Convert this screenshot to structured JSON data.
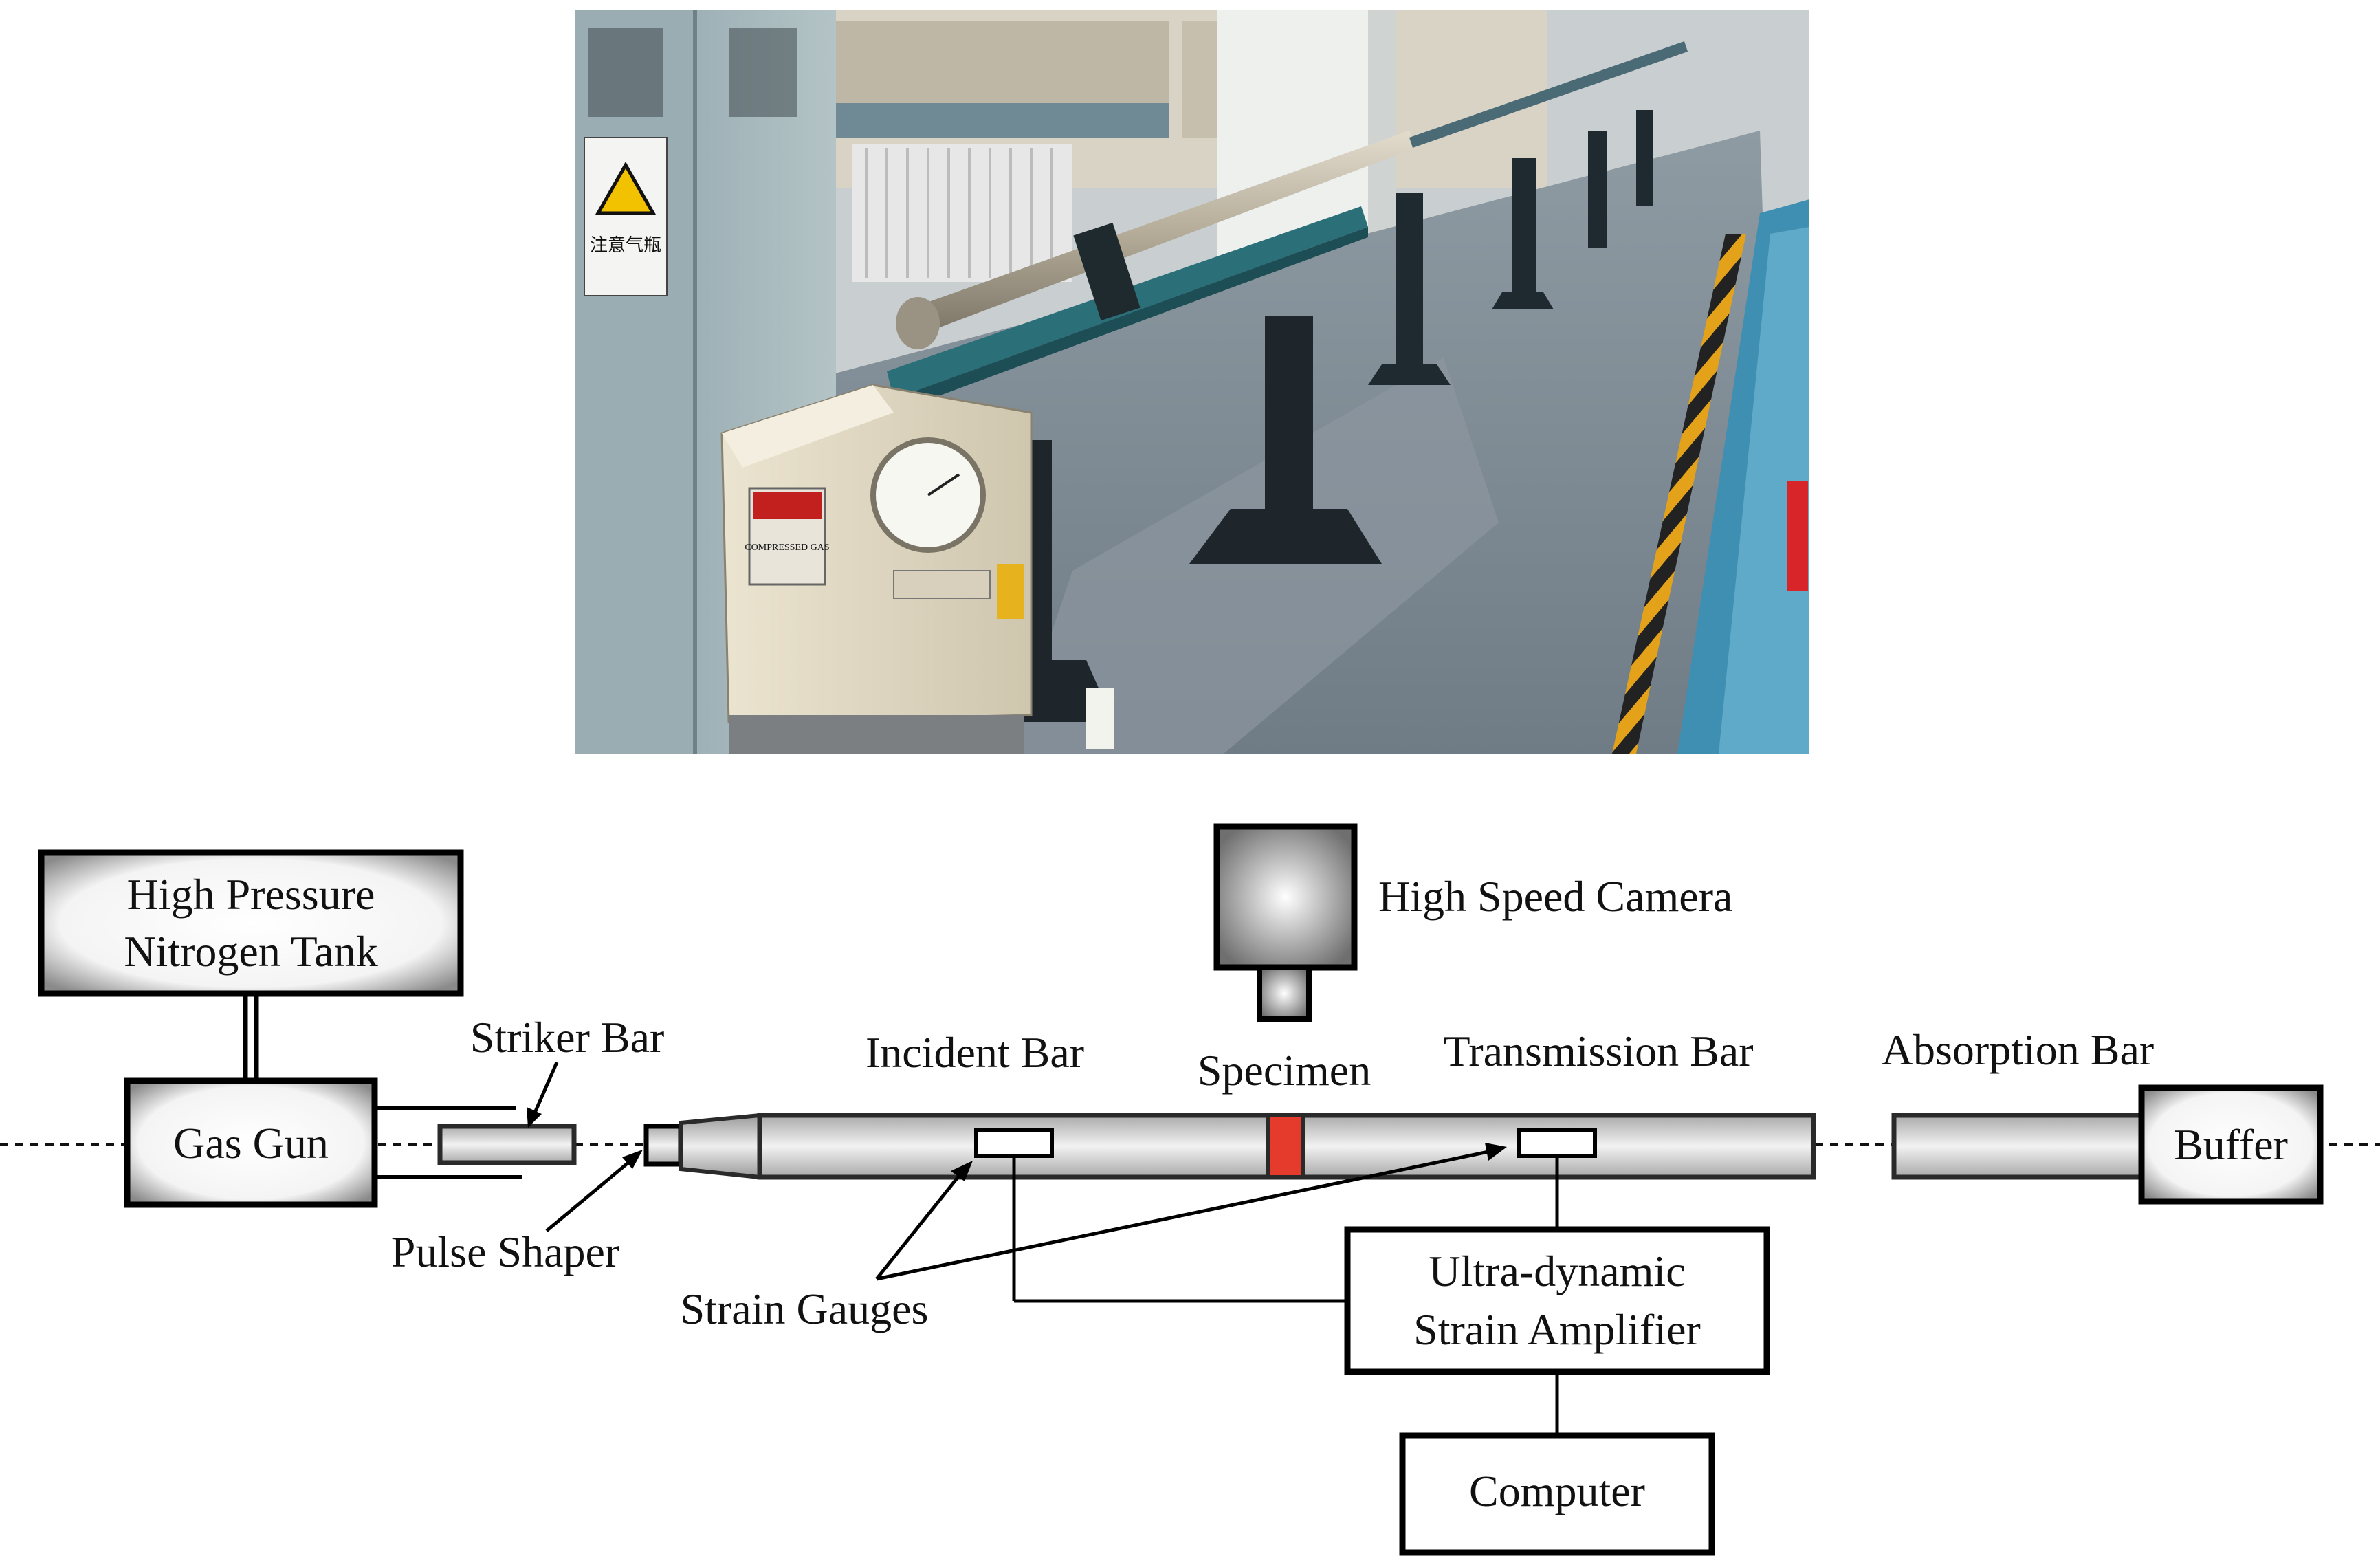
{
  "diagram": {
    "labels": {
      "tank_line1": "High Pressure",
      "tank_line2": "Nitrogen Tank",
      "gas_gun": "Gas Gun",
      "striker_bar": "Striker Bar",
      "pulse_shaper": "Pulse Shaper",
      "incident_bar": "Incident Bar",
      "specimen": "Specimen",
      "transmission_bar": "Transmission Bar",
      "absorption_bar": "Absorption Bar",
      "buffer": "Buffer",
      "high_speed_camera": "High Speed Camera",
      "strain_gauges": "Strain Gauges",
      "amplifier_line1": "Ultra-dynamic",
      "amplifier_line2": "Strain Amplifier",
      "computer": "Computer"
    },
    "photo_signs": {
      "sign_left": "注意气瓶",
      "panel_label": "COMPRESSED GAS"
    },
    "colors": {
      "specimen": "#e53b2c",
      "bar_gray": "#cfcfcf"
    }
  }
}
